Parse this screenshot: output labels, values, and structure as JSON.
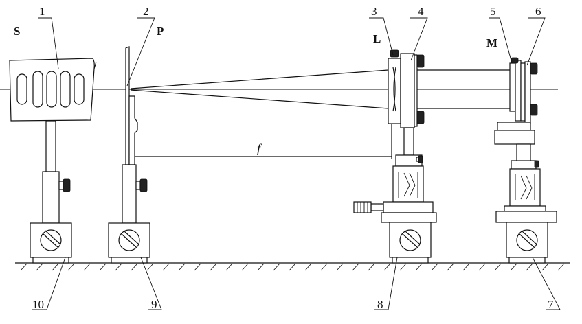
{
  "diagram": {
    "labels": {
      "S": "S",
      "P": "P",
      "L": "L",
      "M": "M",
      "f": "f"
    },
    "numbers": [
      "1",
      "2",
      "3",
      "4",
      "5",
      "6",
      "7",
      "8",
      "9",
      "10"
    ]
  }
}
